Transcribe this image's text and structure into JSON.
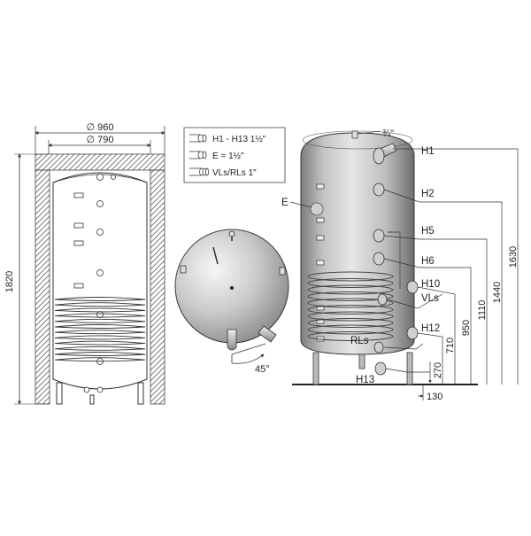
{
  "section_view": {
    "outer_diameter_label": "∅ 960",
    "inner_diameter_label": "∅ 790",
    "height_label": "1820"
  },
  "legend": {
    "items": [
      {
        "icon": "flange-1-5-inch-icon",
        "label": "H1 - H13 1½\""
      },
      {
        "icon": "sensor-1-5-inch-icon",
        "label": "E = 1½\""
      },
      {
        "icon": "coil-1-inch-icon",
        "label": "VLs/RLs 1\""
      }
    ]
  },
  "top_view": {
    "angle_label": "45°"
  },
  "side_view": {
    "top_fitting_label": "¾\"",
    "sensor_label": "E",
    "connections": {
      "H1": "H1",
      "H2": "H2",
      "H5": "H5",
      "H6": "H6",
      "H10": "H10",
      "VLs": "VLs",
      "H12": "H12",
      "RLs": "RLs",
      "H13": "H13"
    },
    "heights": [
      "1630",
      "1440",
      "1110",
      "950",
      "710",
      "270"
    ],
    "floor_offset_label": "130"
  }
}
